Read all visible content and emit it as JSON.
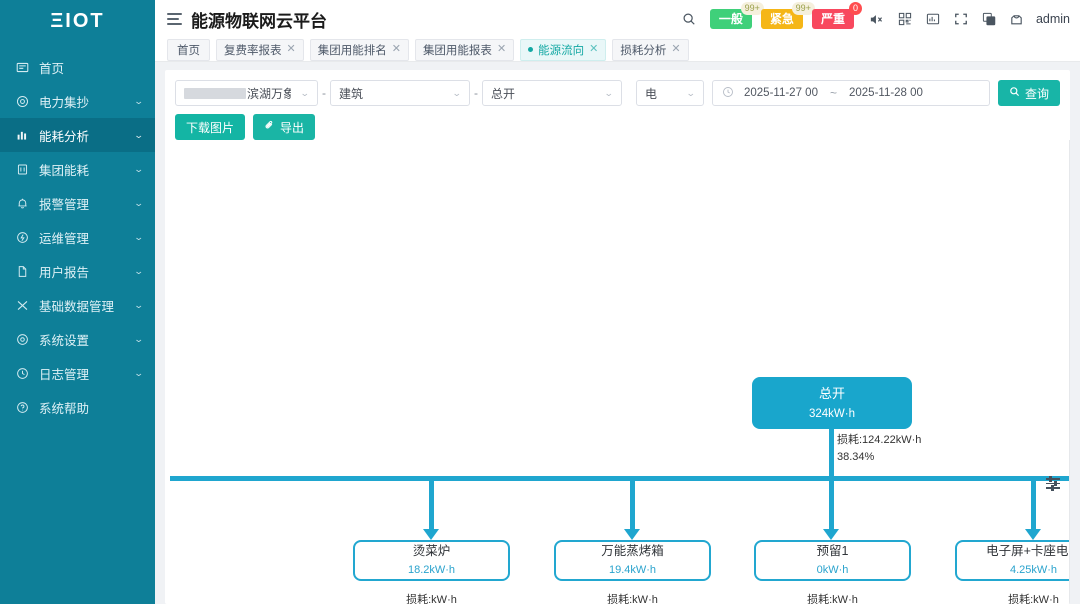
{
  "sidebar": {
    "brand": "ΞIOT",
    "items": [
      {
        "label": "首页",
        "icon": "home-icon",
        "glyph": "▤",
        "expandable": false,
        "active": false
      },
      {
        "label": "电力集抄",
        "icon": "meter-icon",
        "glyph": "◎",
        "expandable": true,
        "active": false
      },
      {
        "label": "能耗分析",
        "icon": "bar-chart-icon",
        "glyph": "▦",
        "expandable": true,
        "active": true
      },
      {
        "label": "集团能耗",
        "icon": "building-icon",
        "glyph": "▥",
        "expandable": true,
        "active": false
      },
      {
        "label": "报警管理",
        "icon": "bell-icon",
        "glyph": "♤",
        "expandable": true,
        "active": false
      },
      {
        "label": "运维管理",
        "icon": "wrench-icon",
        "glyph": "✦",
        "expandable": true,
        "active": false
      },
      {
        "label": "用户报告",
        "icon": "document-icon",
        "glyph": "▤",
        "expandable": true,
        "active": false
      },
      {
        "label": "基础数据管理",
        "icon": "database-icon",
        "glyph": "✂",
        "expandable": true,
        "active": false
      },
      {
        "label": "系统设置",
        "icon": "gear-icon",
        "glyph": "◉",
        "expandable": true,
        "active": false
      },
      {
        "label": "日志管理",
        "icon": "clock-icon",
        "glyph": "◐",
        "expandable": true,
        "active": false
      },
      {
        "label": "系统帮助",
        "icon": "help-icon",
        "glyph": "?",
        "expandable": false,
        "active": false
      }
    ]
  },
  "header": {
    "title": "能源物联网云平台",
    "menu_toggle": "hamburger-icon",
    "search_icon": "search-icon",
    "badges": [
      {
        "label": "一般",
        "count": "99+",
        "color": "#3fd07a"
      },
      {
        "label": "紧急",
        "count": "99+",
        "color": "#f5b617"
      },
      {
        "label": "严重",
        "count": "0",
        "color": "#f8485e"
      }
    ],
    "icons": [
      {
        "name": "mute-icon",
        "glyph": "◁"
      },
      {
        "name": "qrcode-icon",
        "glyph": "▣"
      },
      {
        "name": "screenshot-icon",
        "glyph": "▣"
      },
      {
        "name": "fullscreen-icon",
        "glyph": "⛶"
      },
      {
        "name": "language-icon",
        "glyph": "▤"
      },
      {
        "name": "theme-shirt-icon",
        "glyph": "♙"
      }
    ],
    "username": "admin"
  },
  "tabs": [
    {
      "label": "首页",
      "closable": false,
      "active": false
    },
    {
      "label": "复费率报表",
      "closable": true,
      "active": false
    },
    {
      "label": "集团用能排名",
      "closable": true,
      "active": false
    },
    {
      "label": "集团用能报表",
      "closable": true,
      "active": false
    },
    {
      "label": "能源流向",
      "closable": true,
      "active": true
    },
    {
      "label": "损耗分析",
      "closable": true,
      "active": false
    }
  ],
  "filters": {
    "store": {
      "redacted": true,
      "value": "滨湖万象汇店"
    },
    "separator": "-",
    "category": "建筑",
    "circuit": "总开",
    "energy_type": "电",
    "date_start": "2025-11-27 00",
    "date_tilde": "~",
    "date_end": "2025-11-28 00",
    "clock_icon": "clock-icon",
    "query_button": "查询",
    "query_icon": "search-icon"
  },
  "actions": {
    "download_image": "下载图片",
    "export": "导出",
    "export_icon": "paperclip-icon"
  },
  "chart_data": {
    "type": "diagram",
    "title": "能源流向",
    "unit": "kW·h",
    "root": {
      "name": "总开",
      "value": "324kW·h",
      "loss_label": "损耗:124.22kW·h",
      "loss_pct": "38.34%"
    },
    "children": [
      {
        "name": "烫菜炉",
        "value": "18.2kW·h",
        "loss_label": "损耗:kW·h",
        "loss_pct": "%"
      },
      {
        "name": "万能蒸烤箱",
        "value": "19.4kW·h",
        "loss_label": "损耗:kW·h",
        "loss_pct": "%"
      },
      {
        "name": "预留1",
        "value": "0kW·h",
        "loss_label": "损耗:kW·h",
        "loss_pct": "%"
      },
      {
        "name": "电子屏+卡座电视",
        "value": "4.25kW·h",
        "loss_label": "损耗:kW·h",
        "loss_pct": "%"
      },
      {
        "name": "天花",
        "value": "",
        "loss_label": "",
        "loss_pct": ""
      }
    ],
    "colors": {
      "root_fill": "#19a6cc",
      "link": "#1fa6cf",
      "leaf_border": "#22a7d0",
      "leaf_value_text": "#2aa3cd"
    }
  },
  "footer": {
    "settings_icon": "sliders-icon"
  }
}
